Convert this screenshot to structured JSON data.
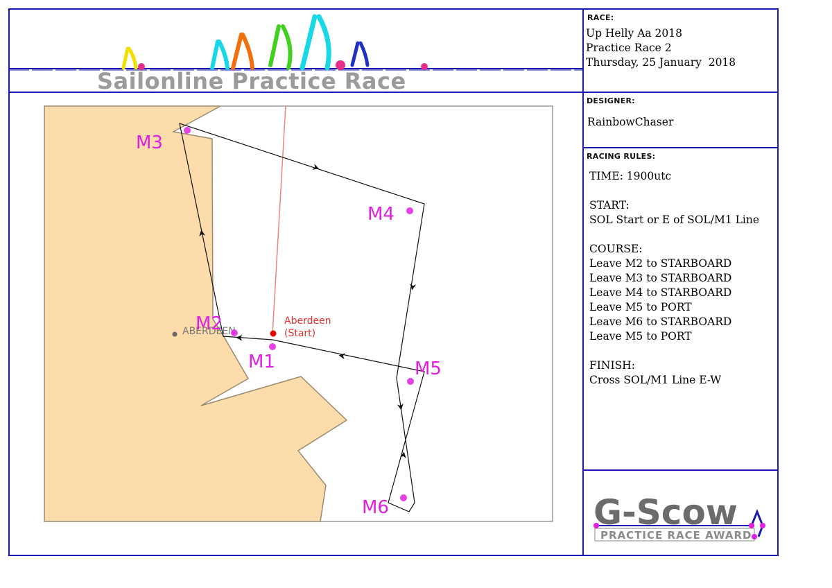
{
  "banner": {
    "title": "Sailonline Practice Race"
  },
  "race_panel": {
    "label": "RACE:",
    "lines": [
      "Up Helly Aa 2018",
      "Practice Race 2",
      "Thursday, 25 January  2018"
    ]
  },
  "designer_panel": {
    "label": "DESIGNER:",
    "name": "RainbowChaser"
  },
  "rules_panel": {
    "label": "RACING RULES:",
    "time": "TIME: 1900utc",
    "start_heading": "START:",
    "start_text": "SOL Start or E of SOL/M1 Line",
    "course_heading": "COURSE:",
    "course_lines": [
      "Leave M2 to STARBOARD",
      "Leave M3 to STARBOARD",
      "Leave M4 to STARBOARD",
      "Leave M5 to PORT",
      "Leave M6 to STARBOARD",
      "Leave M5 to PORT"
    ],
    "finish_heading": "FINISH:",
    "finish_text": "Cross SOL/M1 Line E-W"
  },
  "map": {
    "town_label": "ABERDEEN",
    "start_label_line1": "Aberdeen",
    "start_label_line2": "(Start)",
    "marks": [
      {
        "name": "M1"
      },
      {
        "name": "M2"
      },
      {
        "name": "M3"
      },
      {
        "name": "M4"
      },
      {
        "name": "M5"
      },
      {
        "name": "M6"
      }
    ],
    "colors": {
      "land": "#fcdcaa",
      "sea": "#ffffff",
      "mark": "#e020e0",
      "start_line": "#f08080",
      "start_point": "#e00000",
      "course_line": "#111111"
    }
  },
  "logo": {
    "main": "G-Scow",
    "sub": "PRACTICE RACE AWARD"
  }
}
